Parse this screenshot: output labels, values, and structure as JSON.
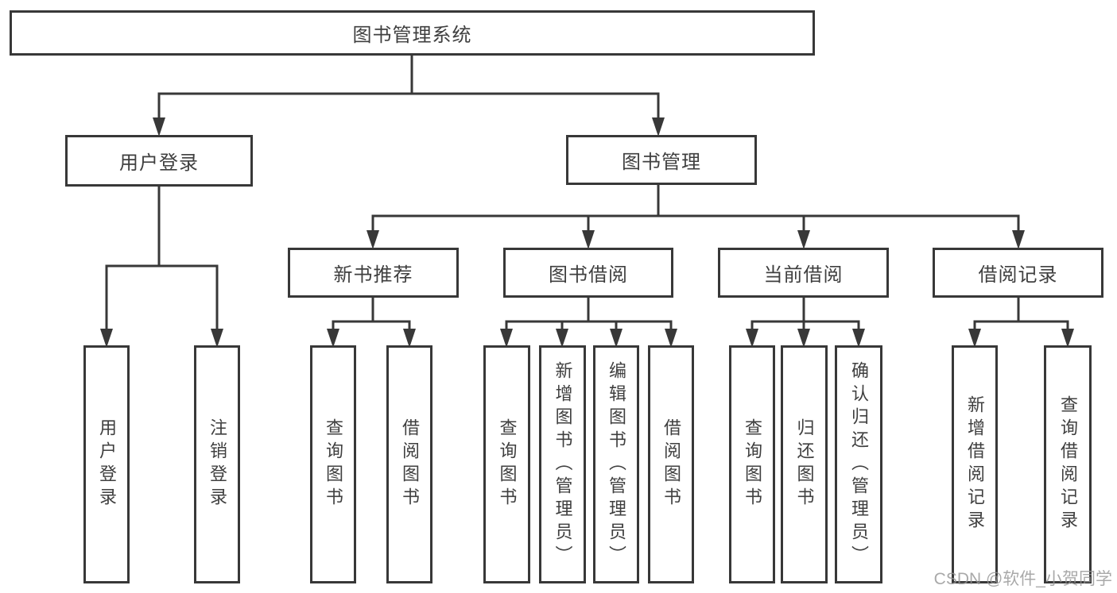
{
  "diagram": {
    "title": "图书管理系统",
    "colors": {
      "line": "#383838",
      "text": "#3f3f3f",
      "box_bg": "#ffffff",
      "watermark": "#949494"
    },
    "level2": {
      "user_login": "用户登录",
      "book_management": "图书管理"
    },
    "level3": {
      "new_book_recommend": "新书推荐",
      "book_borrow": "图书借阅",
      "current_borrow": "当前借阅",
      "borrow_records": "借阅记录"
    },
    "leaves": {
      "user_login": [
        "用户登录",
        "注销登录"
      ],
      "new_book_recommend": [
        "查询图书",
        "借阅图书"
      ],
      "book_borrow": [
        "查询图书",
        "新增图书（管理员）",
        "编辑图书（管理员）",
        "借阅图书"
      ],
      "current_borrow": [
        "查询图书",
        "归还图书",
        "确认归还（管理员）"
      ],
      "borrow_records": [
        "新增借阅记录",
        "查询借阅记录"
      ]
    }
  },
  "watermark": "CSDN @软件_小贺同学"
}
